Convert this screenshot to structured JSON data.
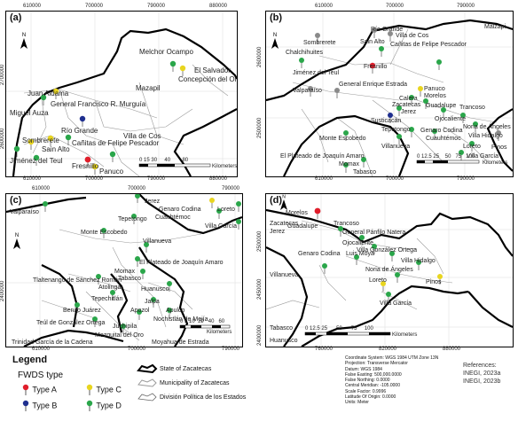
{
  "colors": {
    "type_a": "#e01e2b",
    "type_b": "#1f2f8f",
    "type_c": "#e8d51f",
    "type_d": "#2aa64a",
    "gray_marker": "#8a8a8a",
    "state_line": "#000000",
    "muni_line": "#9a9a9a"
  },
  "panels": {
    "a": {
      "label": "(a)",
      "x_ticks": [
        "610000",
        "700000",
        "790000",
        "880000"
      ],
      "y_ticks": [
        "2700000",
        "2600000"
      ],
      "places": [
        "Melchor Ocampo",
        "El Salvador",
        "Concepción del Oro",
        "Mazapil",
        "Juan Aldama",
        "General Francisco R. Murguía",
        "Miguel Auza",
        "Río Grande",
        "Villa de Cos",
        "Sombrerete",
        "Sain Alto",
        "Cañitas de Felipe Pescador",
        "Jiménez del Teul",
        "Fresnillo",
        "Panuco"
      ],
      "scale": {
        "ticks": [
          "0",
          "15",
          "30",
          "40",
          "80"
        ],
        "unit": "Kilometers"
      }
    },
    "b": {
      "label": "(b)",
      "x_ticks": [
        "610000",
        "700000",
        "790000"
      ],
      "y_ticks": [
        "2600000",
        "2500000"
      ],
      "places": [
        "Río Grande",
        "Villa de Cos",
        "Malzapi",
        "Sombrerete",
        "Sain Alto",
        "Cañitas de Felipe Pescador",
        "Chalchihuites",
        "Fresnillo",
        "Jiménez del Teul",
        "Valparaíso",
        "Panuco",
        "General Enrique Estrada",
        "Morelos",
        "Calera",
        "Zacatecas",
        "Guadalupe",
        "Trancoso",
        "Jerez",
        "Susticacán",
        "Ojocaliente",
        "Tepetongo",
        "Genaro Codina",
        "Noria de Ángeles",
        "Villa Hidalgo",
        "Monte Escobedo",
        "Cuauhtémoc",
        "Villanueva",
        "Loreto",
        "Pinos",
        "Villa García",
        "El Plateado de Joaquín Amaro",
        "Momax",
        "Tabasco"
      ],
      "scale": {
        "ticks": [
          "0",
          "12.5",
          "25",
          "50",
          "75",
          "100"
        ],
        "unit": "Kilometers"
      }
    },
    "c": {
      "label": "(c)",
      "x_ticks": [
        "610000",
        "700000",
        "790000"
      ],
      "y_ticks": [
        "2400000"
      ],
      "places": [
        "Valparaíso",
        "Jerez",
        "Genaro Codina",
        "Loreto",
        "Tepetongo",
        "Cuauhtémoc",
        "Villa García",
        "Monte Escobedo",
        "Villanueva",
        "El Plateado de Joaquín Amaro",
        "Momax",
        "Tlaltenango de Sánchez Román",
        "Tabasco",
        "Atolinga",
        "Huanusco",
        "Tepechitlán",
        "Jalpa",
        "Benito Juárez",
        "Apozol",
        "Apulco",
        "Teúl de González Ortega",
        "Nochistlán de Mejía",
        "Juchipila",
        "Mezquital del Oro",
        "Trinidad García de la Cadena",
        "Moyahua de Estrada"
      ],
      "scale": {
        "ticks": [
          "0",
          "5",
          "10",
          "20",
          "40",
          "60"
        ],
        "unit": "Kilometers"
      }
    },
    "d": {
      "label": "(d)",
      "x_ticks": [
        "760000",
        "820000",
        "880000"
      ],
      "y_ticks": [
        "2500000",
        "2450000",
        "2400000"
      ],
      "places": [
        "Morelos",
        "Zacatecas",
        "Jerez",
        "Guadalupe",
        "Trancoso",
        "General Pánfilo Natera",
        "Ojocaliente",
        "Genaro Codina",
        "Luis Moya",
        "Villa González Ortega",
        "Villa Hidalgo",
        "Noria de Ángeles",
        "Pinos",
        "Loreto",
        "Villa García",
        "Villanueva",
        "Tabasco",
        "Huanusco"
      ],
      "scale": {
        "ticks": [
          "0",
          "12.5",
          "25",
          "50",
          "75",
          "100"
        ],
        "unit": "Kilometers"
      }
    }
  },
  "legend": {
    "title": "Legend",
    "subtitle": "FWDS type",
    "types": [
      {
        "label": "Type A",
        "color": "#e01e2b"
      },
      {
        "label": "Type C",
        "color": "#e8d51f"
      },
      {
        "label": "Type B",
        "color": "#1f2f8f"
      },
      {
        "label": "Type D",
        "color": "#2aa64a"
      }
    ],
    "lines": [
      "State of Zacatecas",
      "Municipality of Zacatecas",
      "División Política de los Estados"
    ]
  },
  "coordinate_info": [
    "Coordinate System: WGS 1984 UTM Zone 13N",
    "Projection: Transverse Mercator",
    "Datum: WGS 1984",
    "False Easting: 500,000.0000",
    "False Northing: 0.0000",
    "Central Meridian: -105.0000",
    "Scale Factor: 0.9996",
    "Latitude Of Origin: 0.0000",
    "Units: Meter"
  ],
  "references": [
    "References:",
    "INEGI, 2023a",
    "INEGI, 2023b"
  ]
}
